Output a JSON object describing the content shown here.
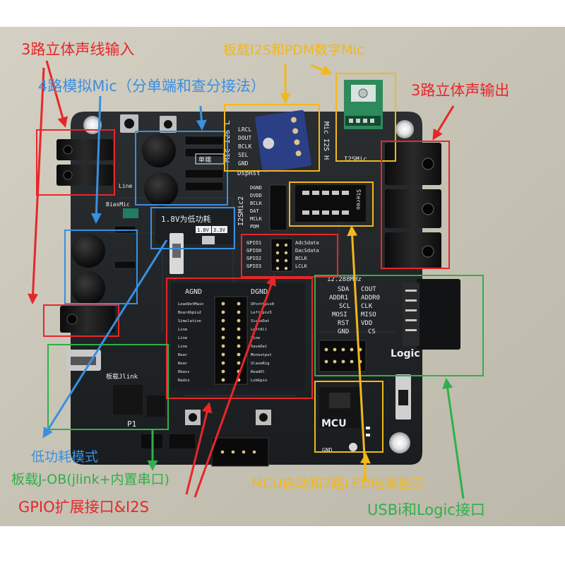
{
  "captions": {
    "line_in": {
      "text": "3路立体声线输入",
      "color": "#e8262a"
    },
    "analog_mic": {
      "text": "4路模拟Mic（分单端和查分接法）",
      "color": "#3a8fe0"
    },
    "digital_mic": {
      "text": "板载I2S和PDM数字Mic",
      "color": "#f2b81c"
    },
    "line_out": {
      "text": "3路立体声输出",
      "color": "#e8262a"
    },
    "low_power": {
      "text": "低功耗模式",
      "color": "#3a8fe0"
    },
    "jlink": {
      "text": "板载J-OB(jlink+内置串口)",
      "color": "#2fb04a"
    },
    "gpio": {
      "text": "GPIO扩展接口&I2S",
      "color": "#e8262a"
    },
    "mcu": {
      "text": "MCU启动和2路LED电源显示",
      "color": "#f2b81c"
    },
    "usb": {
      "text": "USBi和Logic接口",
      "color": "#2fb04a"
    }
  },
  "board": {
    "mic_i2s_left": "Mic I2S L",
    "mic_i2s_right": "Mic I2S H",
    "i2s_mic2": "I2SMic2",
    "i2s_mic": "I2SMic",
    "i2s_pins": [
      "LRCL",
      "DOUT",
      "BCLK",
      "SEL",
      "GND"
    ],
    "mic2_pins": [
      "DGND",
      "DVDD",
      "BCLK",
      "DAT",
      "MCLK",
      "PDM"
    ],
    "dsp_rst": "DspRst",
    "single_ended": "单端",
    "low_power_label": "1.8V为低功耗",
    "voltage_options": [
      "1.8V",
      "3.3V"
    ],
    "gpio_pins": [
      "GPIO1",
      "GPIO0",
      "GPIO2",
      "GPIO3"
    ],
    "adc_pins": [
      "AdcSdata",
      "DacSdata",
      "BCLK",
      "LCLK"
    ],
    "agnd": "AGND",
    "dgnd": "DGND",
    "left_header_pins": [
      "LeanDetMain",
      "BoardGpio2",
      "Simulation",
      "Line",
      "Line",
      "Line",
      "Rear",
      "Rear",
      "Rbass",
      "Radio"
    ],
    "right_header_pins": [
      "UPcntGpio0",
      "LeftGpio5",
      "SiconDat",
      "LeftAll",
      "Line",
      "SaveDat",
      "Monoutput",
      "SlaveRig",
      "ReadOl",
      "LsbGpio"
    ],
    "usbi_pins": [
      "SDA",
      "COUT",
      "ADDR1",
      "ADDR0",
      "SCL",
      "CLK",
      "MOSI",
      "MISO",
      "RST",
      "VDD",
      "GND",
      "CS"
    ],
    "usbi_freq": "12.288MHz",
    "logic_label": "Logic",
    "jlink_label": "板载Jlink",
    "p1_label": "P1",
    "mcu_label": "MCU",
    "gnd_label": "GND",
    "bias_label": "BiasMic",
    "stereo_label": "Stereo",
    "line_label": "Line"
  },
  "colors": {
    "pcb": "#1f2325",
    "background": "#c8c4b8",
    "annot_red": "#e8262a",
    "annot_blue": "#3a8fe0",
    "annot_yellow": "#f2b81c",
    "annot_green": "#2fb04a"
  }
}
